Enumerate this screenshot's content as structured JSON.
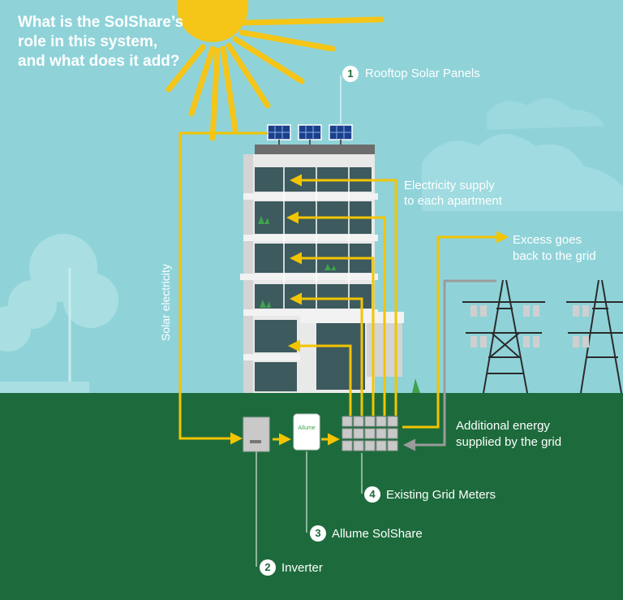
{
  "title": "What is the SolShare’s role in this system, and what does it add?",
  "callouts": {
    "panels": {
      "number": "1",
      "label": "Rooftop Solar Panels"
    },
    "inverter": {
      "number": "2",
      "label": "Inverter"
    },
    "solshare": {
      "number": "3",
      "label": "Allume SolShare"
    },
    "meters": {
      "number": "4",
      "label": "Existing Grid Meters"
    }
  },
  "annotations": {
    "supply_line1": "Electricity supply",
    "supply_line2": "to each apartment",
    "excess_line1": "Excess goes",
    "excess_line2": "back to the grid",
    "additional_line1": "Additional energy",
    "additional_line2": "supplied by the grid",
    "solar_electricity": "Solar electricity"
  },
  "device_label": "Allume",
  "colors": {
    "sky": "#8fd3d9",
    "ground": "#1d6b3c",
    "sun": "#f5c518",
    "flow": "#f3c400",
    "grid_line": "#9b9b9b",
    "building": "#e9e9e9"
  }
}
